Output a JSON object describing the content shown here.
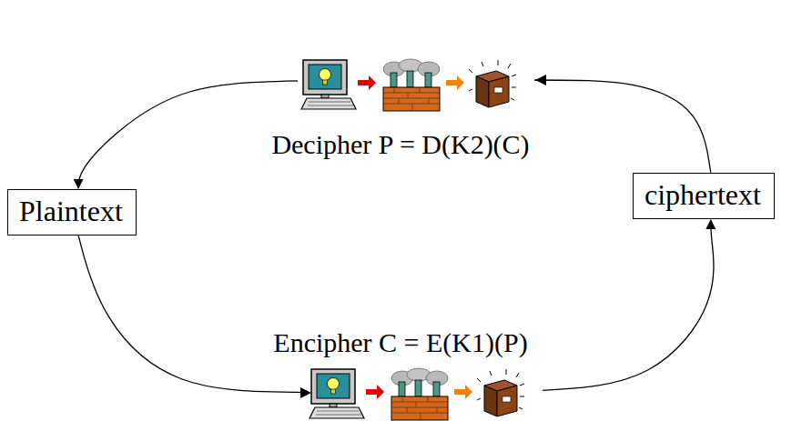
{
  "diagram": {
    "nodes": [
      {
        "text": [
          "Plaintext"
        ]
      },
      {
        "text": [
          "ciphertext"
        ]
      }
    ],
    "edges": [
      {
        "from": 1,
        "to": 0,
        "arrow": "to"
      },
      {
        "from": 0,
        "to": 1,
        "arrow": "to"
      }
    ],
    "labels": [
      "Decipher P = D(K2)(C)",
      "Encipher C = E(K1)(P)"
    ]
  }
}
